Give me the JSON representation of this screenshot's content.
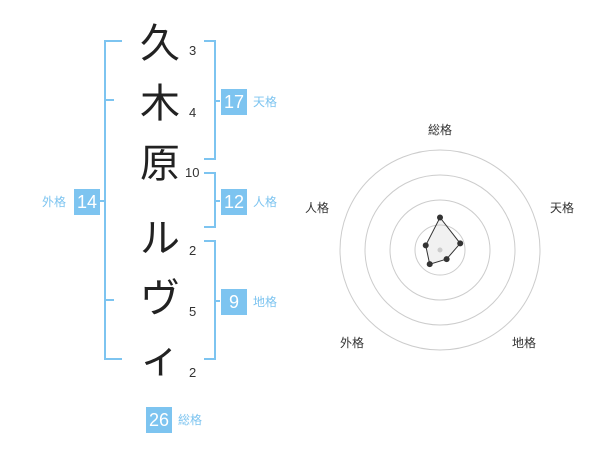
{
  "name_chars": [
    "久",
    "木",
    "原",
    "ル",
    "ヴ",
    "ィ"
  ],
  "strokes": [
    "3",
    "4",
    "10",
    "2",
    "5",
    "2"
  ],
  "fortunes": {
    "tenkaku": {
      "label": "天格",
      "value": "17"
    },
    "jinkaku": {
      "label": "人格",
      "value": "12"
    },
    "chikaku": {
      "label": "地格",
      "value": "9"
    },
    "gaikaku": {
      "label": "外格",
      "value": "14"
    },
    "soukaku": {
      "label": "総格",
      "value": "26"
    }
  },
  "colors": {
    "accent": "#7dc4f0",
    "text": "#222222"
  },
  "chart_data": {
    "type": "radar",
    "axes": [
      "総格",
      "天格",
      "地格",
      "外格",
      "人格"
    ],
    "values": [
      26,
      17,
      9,
      14,
      12
    ],
    "rmax": 80,
    "rings": 4,
    "grid": true
  }
}
